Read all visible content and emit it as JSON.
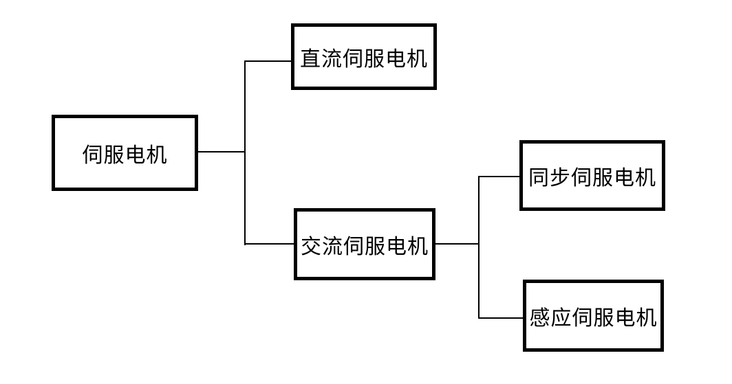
{
  "diagram": {
    "colors": {
      "background": "#ffffff",
      "box_border": "#000000",
      "connector": "#000000",
      "text": "#000000"
    },
    "nodes": {
      "root": {
        "label": "伺服电机"
      },
      "dc": {
        "label": "直流伺服电机"
      },
      "ac": {
        "label": "交流伺服电机"
      },
      "sync": {
        "label": "同步伺服电机"
      },
      "induction": {
        "label": "感应伺服电机"
      }
    },
    "edges": [
      {
        "from": "root",
        "to": "dc"
      },
      {
        "from": "root",
        "to": "ac"
      },
      {
        "from": "ac",
        "to": "sync"
      },
      {
        "from": "ac",
        "to": "induction"
      }
    ]
  }
}
